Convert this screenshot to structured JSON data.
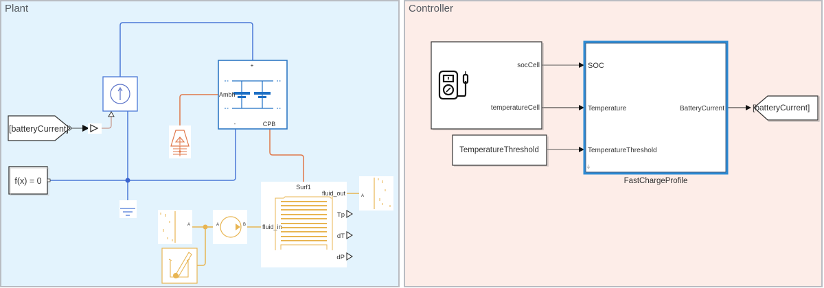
{
  "panels": {
    "plant": {
      "title": "Plant",
      "blocks": {
        "goto_from": "[batteryCurrent]",
        "solver": "f(x) = 0",
        "battery": {
          "port_plus": "+",
          "port_minus": "-",
          "port_ambient": "Ambh",
          "port_cpb": "CPB"
        },
        "cold_plate": {
          "port_surf": "Surf1",
          "port_fluid_in": "fluid_in",
          "port_fluid_out": "fluid_out",
          "outputs": [
            "Tp",
            "dT",
            "dP"
          ]
        },
        "pump": {
          "port_a": "A",
          "port_b": "B"
        },
        "reservoir_in_port": "A",
        "reservoir_out_port": "A"
      }
    },
    "controller": {
      "title": "Controller",
      "blocks": {
        "sensor": {
          "outputs": [
            "socCell",
            "temperatureCell"
          ]
        },
        "threshold_const": "TemperatureThreshold",
        "fast_charge": {
          "name": "FastChargeProfile",
          "inputs": [
            "SOC",
            "Temperature",
            "TemperatureThreshold"
          ],
          "output": "BatteryCurrent"
        },
        "goto_tag": "[batteryCurrent]"
      }
    }
  },
  "colors": {
    "electrical": "#4a78d6",
    "thermal": "#e0774a",
    "fluid": "#e8b552",
    "signal": "#222222",
    "highlight": "#2d8ad3"
  }
}
